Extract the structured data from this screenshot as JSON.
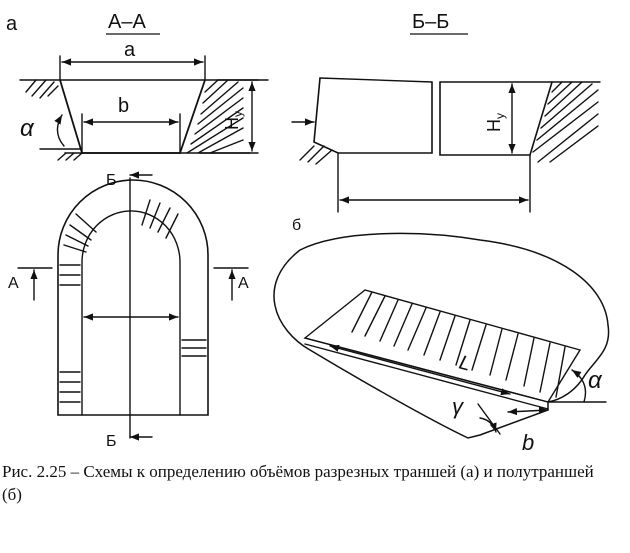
{
  "labels": {
    "panel_a": "а",
    "panel_b": "б",
    "section_aa": "А–А",
    "section_bb": "Б–Б",
    "dim_a": "а",
    "dim_b": "b",
    "depth": "Н",
    "depth_sub": "у",
    "alpha": "α",
    "gamma": "γ",
    "length": "L",
    "width_b": "b",
    "cut_a": "А",
    "cut_b": "Б"
  },
  "caption": "Рис. 2.25 – Схемы к определению объёмов разрезных траншей (а) и полутраншей (б)"
}
